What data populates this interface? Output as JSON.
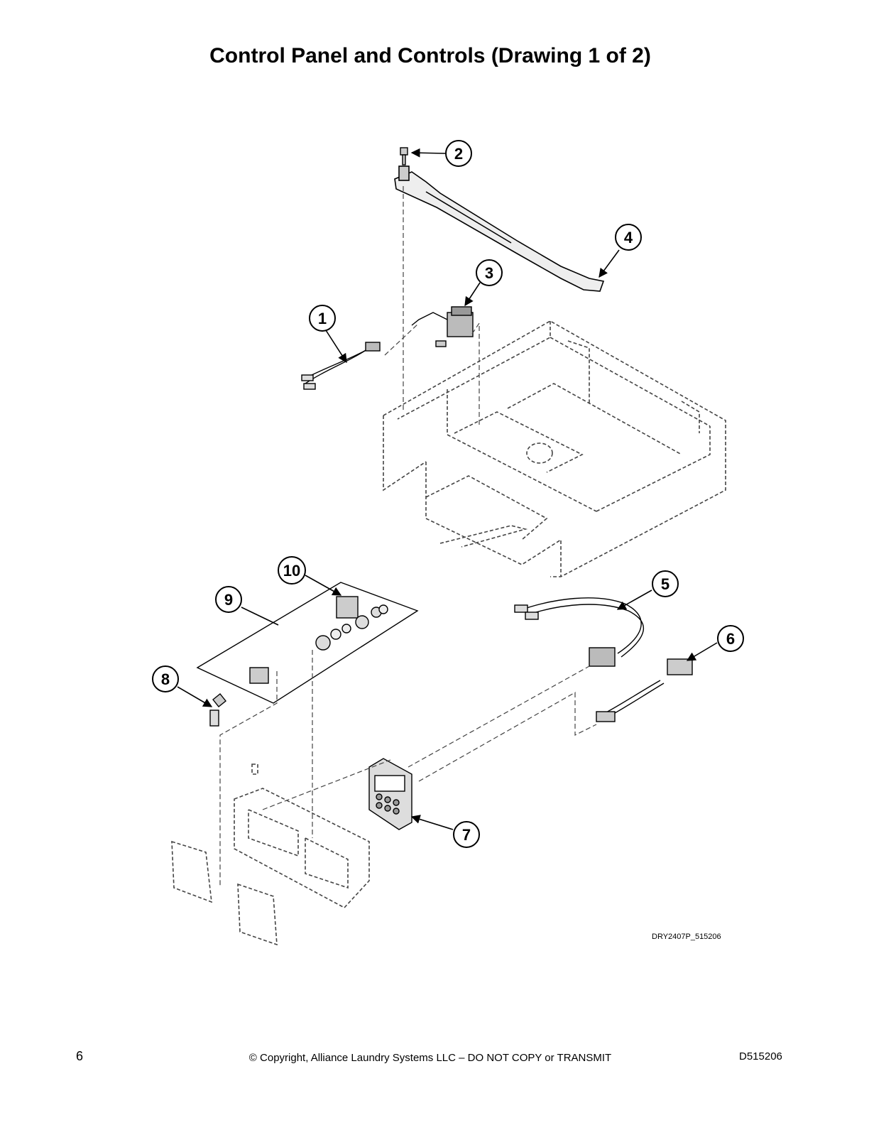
{
  "page": {
    "title": "Control Panel and Controls (Drawing 1 of 2)",
    "drawing_id": "DRY2407P_515206",
    "page_number": "6",
    "copyright": "© Copyright, Alliance Laundry Systems LLC – DO NOT COPY or TRANSMIT",
    "document_id": "D515206"
  },
  "callouts": [
    {
      "number": "1"
    },
    {
      "number": "2"
    },
    {
      "number": "3"
    },
    {
      "number": "4"
    },
    {
      "number": "5"
    },
    {
      "number": "6"
    },
    {
      "number": "7"
    },
    {
      "number": "8"
    },
    {
      "number": "9"
    },
    {
      "number": "10"
    }
  ],
  "colors": {
    "line": "#000000",
    "dashed_line": "#444444",
    "part_fill": "#d9d9d9",
    "background": "#ffffff"
  }
}
